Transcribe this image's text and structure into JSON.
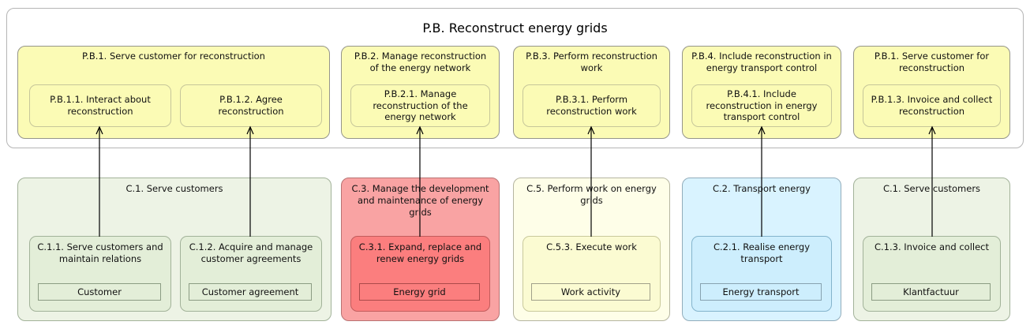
{
  "title": "P.B. Reconstruct energy grids",
  "top_groups": [
    {
      "title": "P.B.1. Serve customer for reconstruction",
      "children": [
        {
          "label": "P.B.1.1. Interact about reconstruction"
        },
        {
          "label": "P.B.1.2. Agree reconstruction"
        }
      ]
    },
    {
      "title": "P.B.2. Manage reconstruction of the energy network",
      "children": [
        {
          "label": "P.B.2.1. Manage reconstruction of the energy network"
        }
      ]
    },
    {
      "title": "P.B.3. Perform reconstruction work",
      "children": [
        {
          "label": "P.B.3.1. Perform reconstruction work"
        }
      ]
    },
    {
      "title": "P.B.4. Include reconstruction in energy transport control",
      "children": [
        {
          "label": "P.B.4.1. Include reconstruction in energy transport control"
        }
      ]
    },
    {
      "title": "P.B.1. Serve customer for reconstruction",
      "children": [
        {
          "label": "P.B.1.3. Invoice and collect reconstruction"
        }
      ]
    }
  ],
  "bottom_groups": [
    {
      "title": "C.1. Serve customers",
      "theme": "green",
      "children": [
        {
          "label": "C.1.1. Serve customers and maintain relations",
          "object": "Customer"
        },
        {
          "label": "C.1.2. Acquire and manage customer agreements",
          "object": "Customer agreement"
        }
      ]
    },
    {
      "title": "C.3. Manage the development and maintenance of energy grids",
      "theme": "red",
      "children": [
        {
          "label": "C.3.1. Expand, replace and renew energy grids",
          "object": "Energy grid"
        }
      ]
    },
    {
      "title": "C.5. Perform work on energy grids",
      "theme": "cream",
      "children": [
        {
          "label": "C.5.3. Execute work",
          "object": "Work activity"
        }
      ]
    },
    {
      "title": "C.2. Transport energy",
      "theme": "blue",
      "children": [
        {
          "label": "C.2.1. Realise energy transport",
          "object": "Energy transport"
        }
      ]
    },
    {
      "title": "C.1. Serve customers",
      "theme": "green",
      "children": [
        {
          "label": "C.1.3. Invoice and collect",
          "object": "Klantfactuur"
        }
      ]
    }
  ],
  "colors": {
    "process_yellow": "#fbfbb5",
    "capability_green": "#edf3e5",
    "capability_green_inner": "#e3eed8",
    "capability_red": "#f9a3a3",
    "capability_red_inner": "#fb7e7e",
    "capability_cream": "#fefee8",
    "capability_cream_inner": "#fbfbd2",
    "capability_blue": "#d9f3ff",
    "capability_blue_inner": "#cdeefd",
    "arrow_black": "#000000"
  }
}
